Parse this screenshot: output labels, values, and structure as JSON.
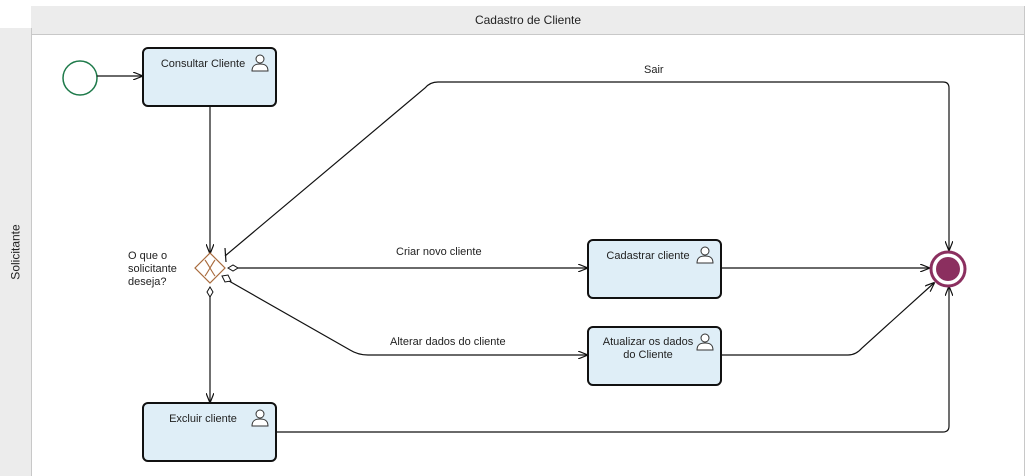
{
  "pool": {
    "title": "Cadastro de Cliente"
  },
  "lane": {
    "title": "Solicitante"
  },
  "gateway": {
    "question": "O que o solicitante deseja?"
  },
  "tasks": {
    "consultar": "Consultar Cliente",
    "cadastrar": "Cadastrar cliente",
    "atualizar": "Atualizar os dados do Cliente",
    "excluir": "Excluir cliente"
  },
  "flows": {
    "sair": "Sair",
    "criar": "Criar novo cliente",
    "alterar": "Alterar dados do cliente"
  },
  "colors": {
    "task_fill": "#dfeef7",
    "start_stroke": "#1e7a4a",
    "end_fill": "#8b2f5f",
    "gateway_stroke": "#a86a3c"
  }
}
